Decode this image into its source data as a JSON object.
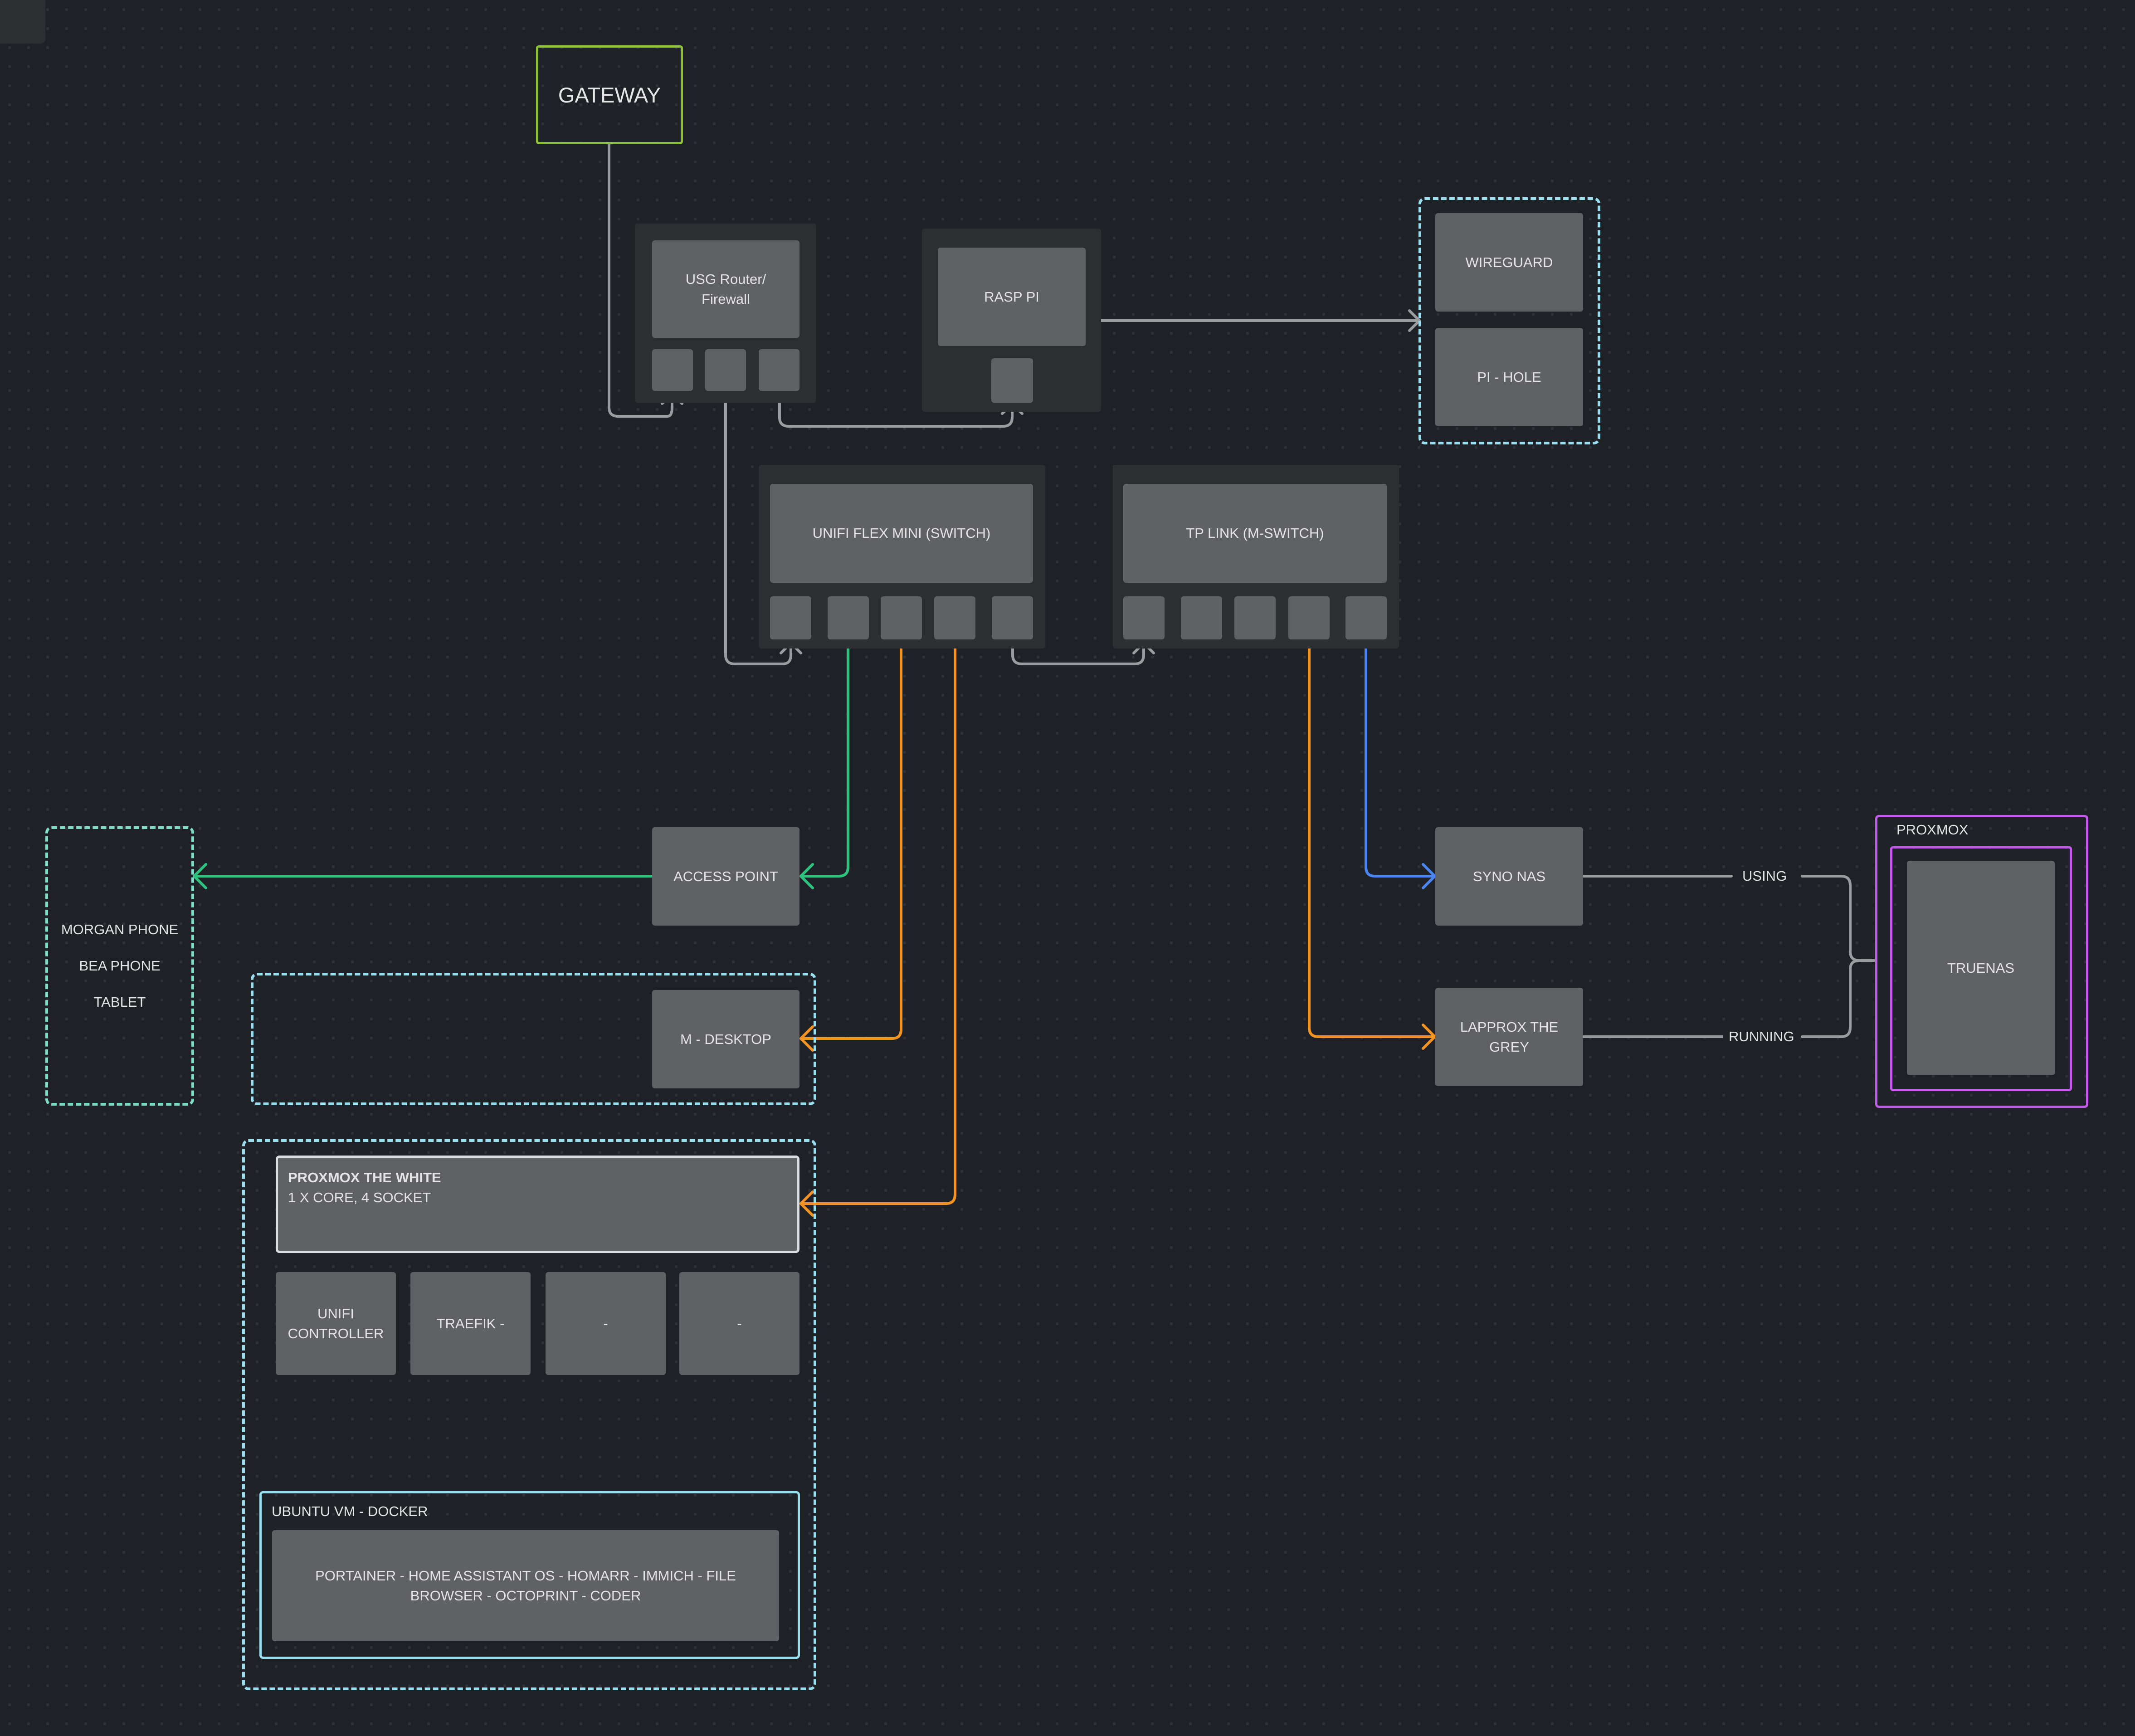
{
  "colors": {
    "background": "#1e2126",
    "node": "#5f6165",
    "group": "#2c2e32",
    "gateway_border": "#8fc13b",
    "green_wire": "#2ec27e",
    "orange_wire": "#f39422",
    "blue_wire": "#4b84f0",
    "grey_wire": "#9a9ca0",
    "teal_dash": "#7fdcc6",
    "cyan_dash": "#9adff0",
    "purple": "#c25be9"
  },
  "nodes": {
    "gateway": "GATEWAY",
    "usg": "USG Router/\nFirewall",
    "rasp_pi": "RASP PI",
    "wireguard": "WIREGUARD",
    "pihole": "PI - HOLE",
    "unifi_flex": "UNIFI FLEX MINI (SWITCH)",
    "tplink": "TP LINK (M-SWITCH)",
    "access_point": "ACCESS POINT",
    "m_desktop": "M - DESKTOP",
    "syno_nas": "SYNO NAS",
    "lapprox": "LAPPROX THE\nGREY",
    "truenas": "TRUENAS"
  },
  "devices": [
    "MORGAN PHONE",
    "BEA PHONE",
    "TABLET"
  ],
  "proxmox_white": {
    "title": "PROXMOX THE WHITE",
    "subtitle": "1 X CORE, 4 SOCKET",
    "services": [
      "UNIFI\nCONTROLLER",
      "TRAEFIK -",
      "-",
      "-"
    ]
  },
  "ubuntu_vm": {
    "title": "UBUNTU VM - DOCKER",
    "apps": "PORTAINER - HOME ASSISTANT OS - HOMARR - IMMICH - FILE\nBROWSER - OCTOPRINT - CODER"
  },
  "proxmox_group": "PROXMOX",
  "edge_labels": {
    "using": "USING",
    "running": "RUNNING"
  }
}
